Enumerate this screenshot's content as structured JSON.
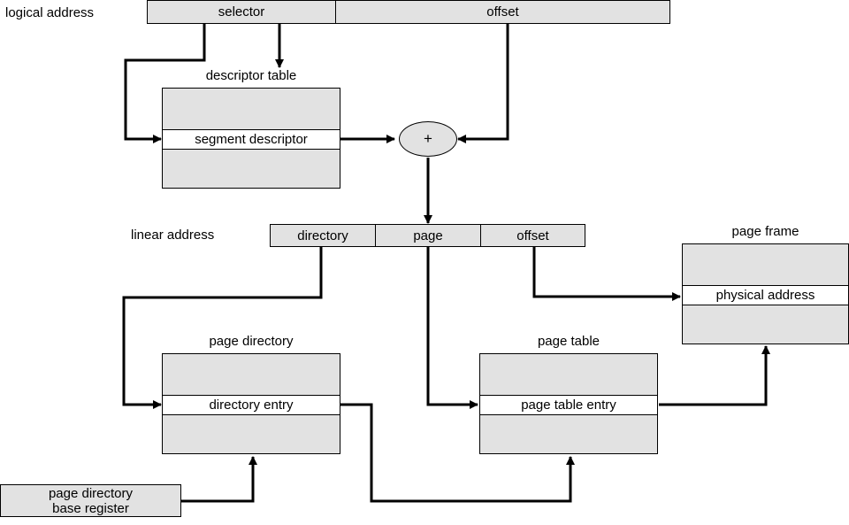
{
  "logical_address": {
    "label": "logical address",
    "fields": [
      "selector",
      "offset"
    ]
  },
  "descriptor_table": {
    "title": "descriptor table",
    "entry": "segment descriptor"
  },
  "adder": {
    "symbol": "+"
  },
  "linear_address": {
    "label": "linear address",
    "fields": [
      "directory",
      "page",
      "offset"
    ]
  },
  "page_frame": {
    "title": "page frame",
    "entry": "physical address"
  },
  "page_directory": {
    "title": "page directory",
    "entry": "directory entry"
  },
  "page_table": {
    "title": "page table",
    "entry": "page table entry"
  },
  "base_register": {
    "line1": "page directory",
    "line2": "base register"
  }
}
